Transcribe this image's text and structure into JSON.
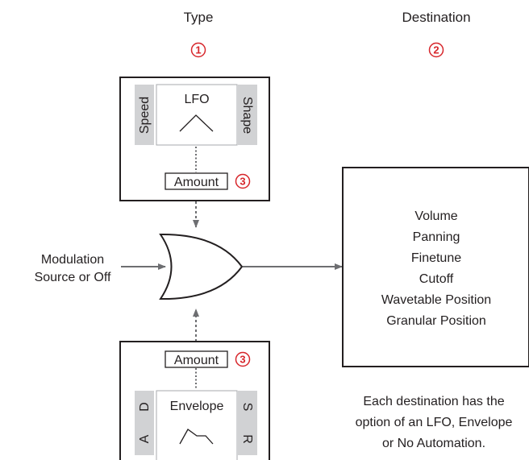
{
  "colors": {
    "badge": "#d7262b",
    "arrow": "#6d6e71",
    "side_fill": "#d1d2d4",
    "line": "#231f20"
  },
  "headers": {
    "type": "Type",
    "destination": "Destination"
  },
  "badges": {
    "type": "1",
    "destination": "2",
    "lfo_amount": "3",
    "env_amount": "3"
  },
  "lfo_module": {
    "title": "LFO",
    "left_param": "Speed",
    "right_param": "Shape",
    "amount": "Amount",
    "wave_icon": "triangle-wave-icon"
  },
  "envelope_module": {
    "title": "Envelope",
    "amount": "Amount",
    "left_params": [
      "D",
      "A"
    ],
    "right_params": [
      "S",
      "R"
    ],
    "shape_icon": "envelope-shape-icon"
  },
  "source": {
    "line1": "Modulation",
    "line2": "Source or Off"
  },
  "destinations": [
    "Volume",
    "Panning",
    "Finetune",
    "Cutoff",
    "Wavetable Position",
    "Granular Position"
  ],
  "note": [
    "Each destination has the",
    "option of an LFO, Envelope",
    "or No Automation."
  ]
}
